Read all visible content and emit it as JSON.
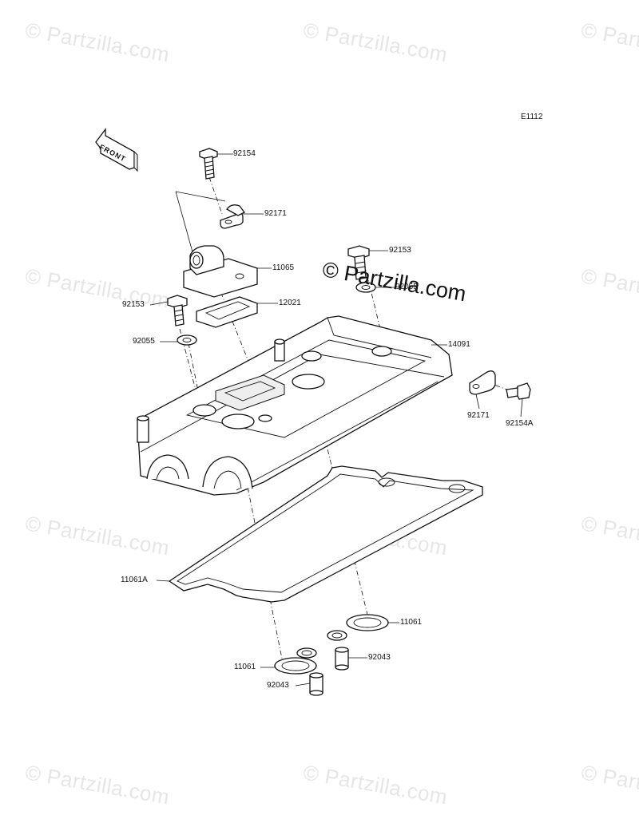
{
  "diagram_code": "E1112",
  "front_badge": "FRONT",
  "watermark": {
    "text": "© Partzilla.com",
    "center_text": "© Partzilla.com"
  },
  "callouts": {
    "p92154": "92154",
    "p92171_top": "92171",
    "p11065": "11065",
    "p92153_right": "92153",
    "p92055_right": "92055",
    "p92153_left": "92153",
    "p12021": "12021",
    "p92055_left": "92055",
    "p14091": "14091",
    "p92171_right": "92171",
    "p92154A": "92154A",
    "p11061A": "11061A",
    "p11061_right": "11061",
    "p92043_right": "92043",
    "p11061_left": "11061",
    "p92043_left": "92043"
  },
  "colors": {
    "line": "#111111",
    "watermark": "#e6e6e6",
    "background": "#ffffff"
  }
}
